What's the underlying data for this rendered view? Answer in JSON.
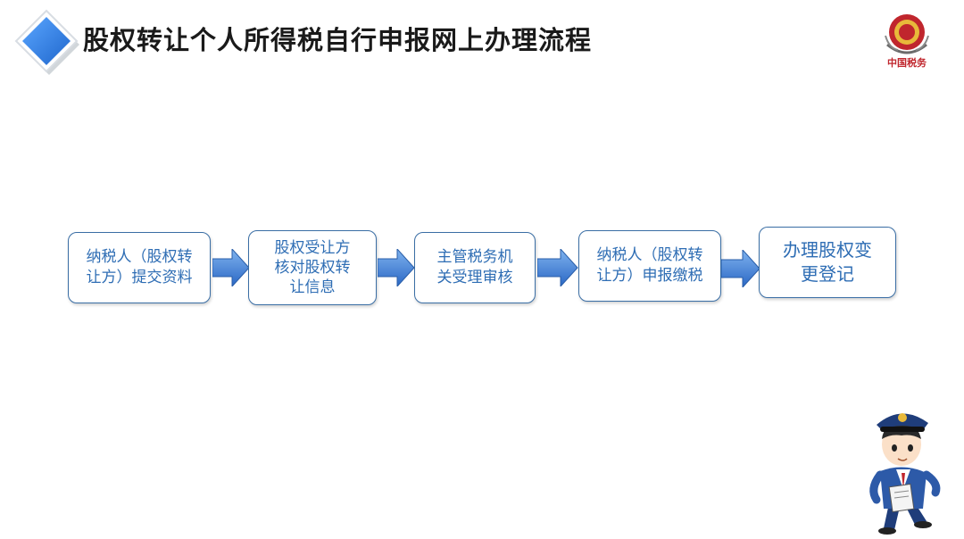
{
  "title": "股权转让个人所得税自行申报网上办理流程",
  "emblem": {
    "text": "中国税务"
  },
  "steps": [
    {
      "lines": [
        "纳税人（股权转",
        "让方）提交资料"
      ]
    },
    {
      "lines": [
        "股权受让方",
        "核对股权转",
        "让信息"
      ]
    },
    {
      "lines": [
        "主管税务机",
        "关受理审核"
      ]
    },
    {
      "lines": [
        "纳税人（股权转",
        "让方）申报缴税"
      ]
    },
    {
      "lines": [
        "办理股权变",
        "更登记"
      ]
    }
  ],
  "colors": {
    "title": "#1a1a1a",
    "box_border": "#3a6ea5",
    "box_text": "#2e6db4",
    "arrow": "#3f7fcf",
    "diamond": "#2f7fe0",
    "emblem": "#c0262d"
  },
  "icons": [
    "diamond-bullet-icon",
    "tax-emblem-icon",
    "arrow-right-icon",
    "tax-officer-illustration"
  ]
}
